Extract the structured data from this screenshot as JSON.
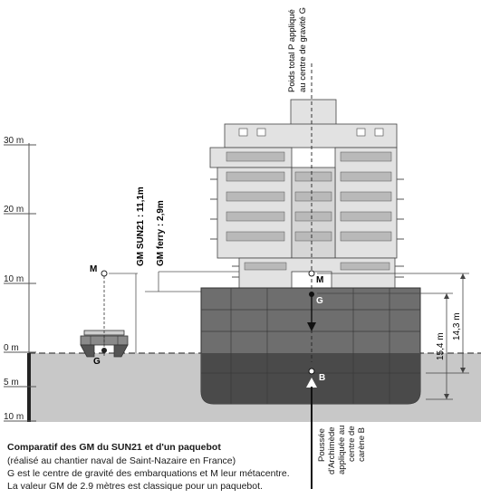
{
  "axis": {
    "ticks": [
      "30 m",
      "20 m",
      "10 m",
      "0 m",
      "5 m",
      "10 m"
    ]
  },
  "labels": {
    "poids_line1": "Poids total P appliqué",
    "poids_line2": "au centre de gravité G",
    "gm_sun21": "GM SUN21 : 11,1m",
    "gm_ferry": "GM ferry : 2,9m",
    "m_left": "M",
    "g_left": "G",
    "m_ship": "M",
    "g_ship": "G",
    "b_ship": "B",
    "dim_15": "15,4 m",
    "dim_14": "14,3 m",
    "poussee_line1": "Poussée",
    "poussee_line2": "d'Archimède",
    "poussee_line3": "appliquée au",
    "poussee_line4": "centre de",
    "poussee_line5": "carène B"
  },
  "caption": {
    "title": "Comparatif des GM du SUN21 et d'un paquebot",
    "line1": "(réalisé au chantier naval de Saint-Nazaire en France)",
    "line2": "G est le centre de gravité des embarquations et M leur métacentre.",
    "line3": "La valeur GM de 2.9 mètres est classique pour un paquebot."
  },
  "colors": {
    "water": "#c8c8c8",
    "hull_upper": "#6e6e6e",
    "hull_lower": "#4a4a4a",
    "superstructure": "#e2e2e2",
    "deck_window": "#b9b9b9"
  }
}
